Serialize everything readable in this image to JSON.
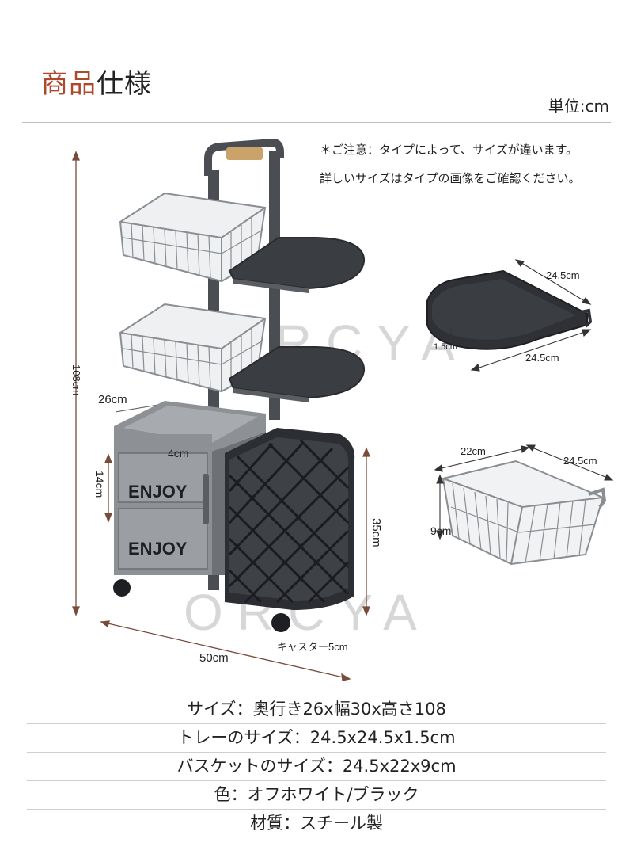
{
  "header": {
    "title_accent": "商品",
    "title_rest": "仕様",
    "unit": "単位:cm"
  },
  "notes": [
    "＊ご注意：タイプによって、サイズが違います。",
    "詳しいサイズはタイプの画像をご確認ください。"
  ],
  "watermark": "ORCYA",
  "product_labels": {
    "drawer_text": "ENJOY"
  },
  "main_dimensions": {
    "height": "108cm",
    "depth": "26cm",
    "drawer_height": "14cm",
    "drawer_gap": "4cm",
    "basket_height": "35cm",
    "width": "50cm",
    "caster": "キャスター5cm"
  },
  "tray_dimensions": {
    "depth": "24.5cm",
    "width": "24.5cm",
    "thickness": "1.5cm"
  },
  "basket_dimensions": {
    "width": "22cm",
    "depth": "24.5cm",
    "height": "9cm"
  },
  "specs": [
    "サイズ：奥行き26x幅30x高さ108",
    "トレーのサイズ：24.5x24.5x1.5cm",
    "バスケットのサイズ：24.5x22x9cm",
    "色：オフホワイト/ブラック",
    "材質：スチール製"
  ],
  "colors": {
    "accent": "#b0472b",
    "frame": "#4a4d52",
    "frame_light": "#8a8d92",
    "handle": "#c9a36a"
  }
}
